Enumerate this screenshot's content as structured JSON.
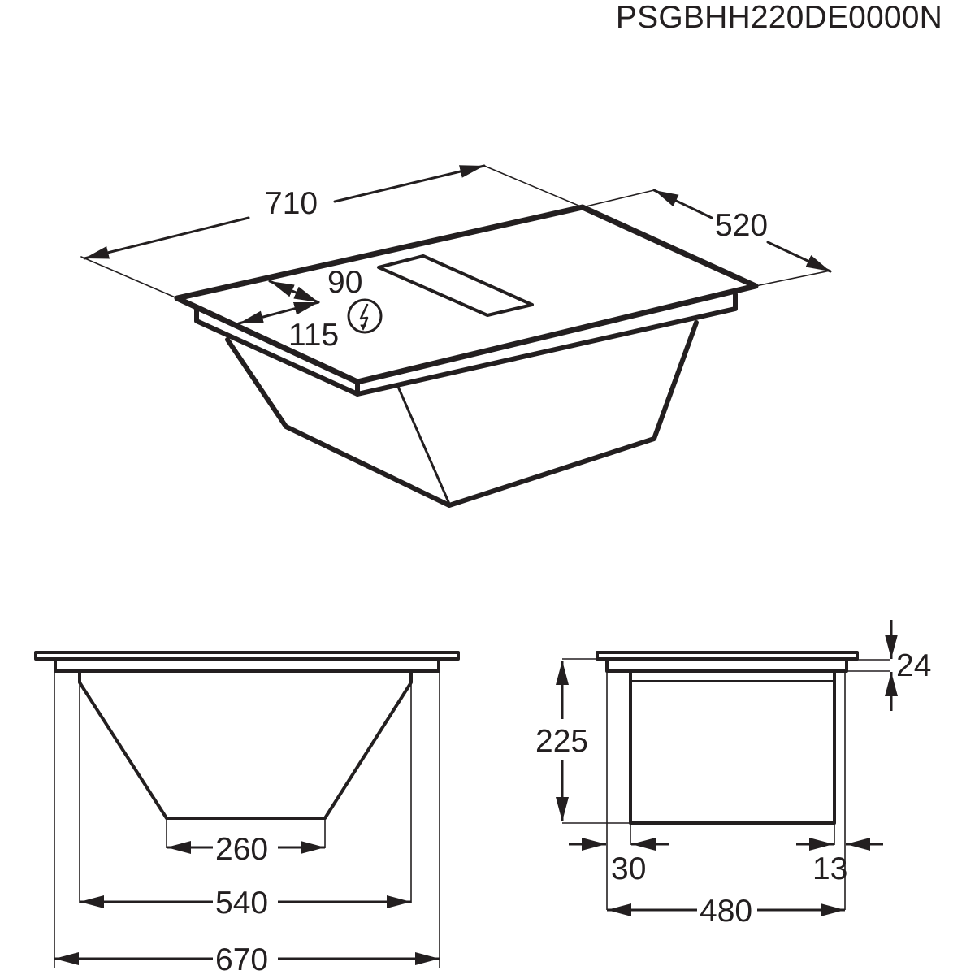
{
  "header": {
    "model_code": "PSGBHH220DE0000N"
  },
  "colors": {
    "line": "#231f20",
    "background": "#ffffff"
  },
  "isometric_view": {
    "dimensions": {
      "width": "710",
      "depth": "520",
      "cable_offset_a": "90",
      "cable_offset_b": "115"
    },
    "icons": [
      "electrical-connection-icon"
    ]
  },
  "front_view": {
    "dimensions": {
      "bottom_width": "260",
      "cutout_width": "540",
      "overall_width": "670"
    }
  },
  "side_view": {
    "dimensions": {
      "glass_thickness": "24",
      "installation_height": "225",
      "front_offset": "30",
      "rear_offset": "13",
      "cutout_depth": "480"
    }
  }
}
